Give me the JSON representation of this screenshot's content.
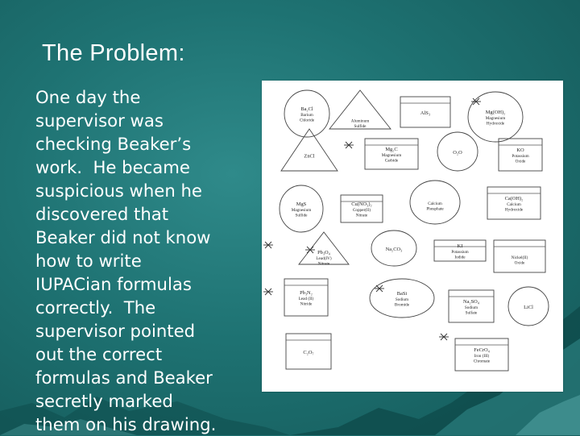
{
  "slide": {
    "title": "The Problem:",
    "body_lines": [
      "One day the",
      "supervisor was",
      "checking Beaker’s",
      "work.  He became",
      "suspicious when he",
      "discovered that",
      "Beaker did not know",
      "how to write",
      "IUPACian formulas",
      "correctly.  The",
      "supervisor pointed",
      "out the correct",
      "formulas and Beaker",
      "secretly marked",
      "them on his drawing."
    ]
  },
  "drawing": {
    "shapes": [
      {
        "formula": "Ba₂Cl",
        "name": "Barium Chloride",
        "red": false
      },
      {
        "formula": "",
        "name": "Aluminum Sulfide",
        "red": false
      },
      {
        "formula": "AlS₃",
        "name": "",
        "red": false
      },
      {
        "formula": "Mg(OH)₂",
        "name": "Magnesium Hydroxide",
        "red": false
      },
      {
        "formula": "ZnCl",
        "name": "",
        "red": true
      },
      {
        "formula": "Mg₂C",
        "name": "Magnesium Carbide",
        "red": false
      },
      {
        "formula": "O₂O",
        "name": "",
        "red": false
      },
      {
        "formula": "KO",
        "name": "Potassium Oxide",
        "red": false
      },
      {
        "formula": "MgS",
        "name": "Magnesium Sulfide",
        "red": true
      },
      {
        "formula": "Cu(NO₃)₂",
        "name": "Copper(II) Nitrate",
        "red": false
      },
      {
        "formula": "",
        "name": "Calcium Phosphate",
        "red": false
      },
      {
        "formula": "Ca(OH)₂",
        "name": "Calcium Hydroxide",
        "red": false
      },
      {
        "formula": "Pb₃O₄",
        "name": "Lead(IV) Nitrate",
        "red": false
      },
      {
        "formula": "Na₂CO₃",
        "name": "",
        "red": false
      },
      {
        "formula": "KI",
        "name": "Potassium Iodide",
        "red": false
      },
      {
        "formula": "",
        "name": "Nickel(II) Oxide",
        "red": false
      },
      {
        "formula": "Pb₃N₂",
        "name": "Lead (II) Nitride",
        "red": false
      },
      {
        "formula": "BaSi",
        "name": "Sodium Bromide",
        "red": true
      },
      {
        "formula": "Na₂SO₄",
        "name": "Sodium Sulfate",
        "red": false
      },
      {
        "formula": "LiCl",
        "name": "",
        "red": true
      },
      {
        "formula": "C₂O₇",
        "name": "",
        "red": false
      },
      {
        "formula": "FeCrO₄",
        "name": "Iron (III) Chromate",
        "red": false
      }
    ]
  }
}
